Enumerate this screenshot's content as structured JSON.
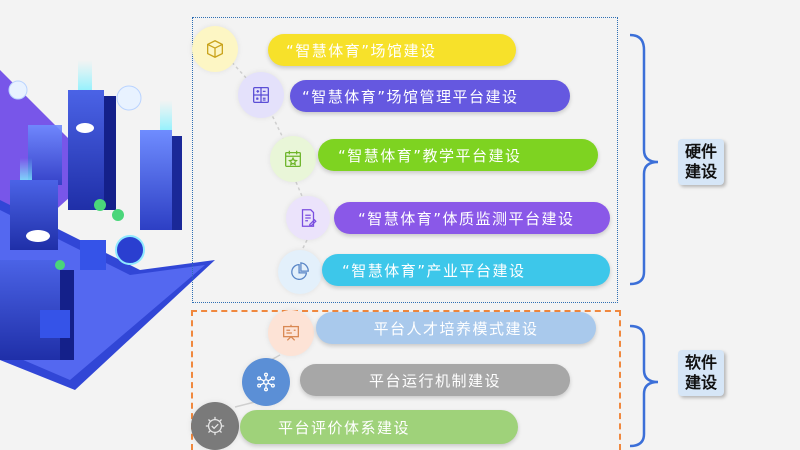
{
  "hardware": {
    "label_line1": "硬件",
    "label_line2": "建设",
    "items": [
      {
        "label": "“智慧体育”场馆建设",
        "color": "#f7e12a",
        "icon": "cube-icon"
      },
      {
        "label": "“智慧体育”场馆管理平台建设",
        "color": "#6558e0",
        "icon": "calculator-icon"
      },
      {
        "label": "“智慧体育”教学平台建设",
        "color": "#7ed321",
        "icon": "calendar-star-icon"
      },
      {
        "label": "“智慧体育”体质监测平台建设",
        "color": "#8a58e8",
        "icon": "document-pen-icon"
      },
      {
        "label": "“智慧体育”产业平台建设",
        "color": "#3dc7ea",
        "icon": "pie-chart-icon"
      }
    ]
  },
  "software": {
    "label_line1": "软件",
    "label_line2": "建设",
    "items": [
      {
        "label": "平台人才培养模式建设",
        "color": "#a9c9ec",
        "icon": "presentation-board-icon"
      },
      {
        "label": "平台运行机制建设",
        "color": "#a7a7a7",
        "icon": "network-icon"
      },
      {
        "label": "平台评价体系建设",
        "color": "#9fd27a",
        "icon": "gear-check-icon"
      }
    ]
  }
}
